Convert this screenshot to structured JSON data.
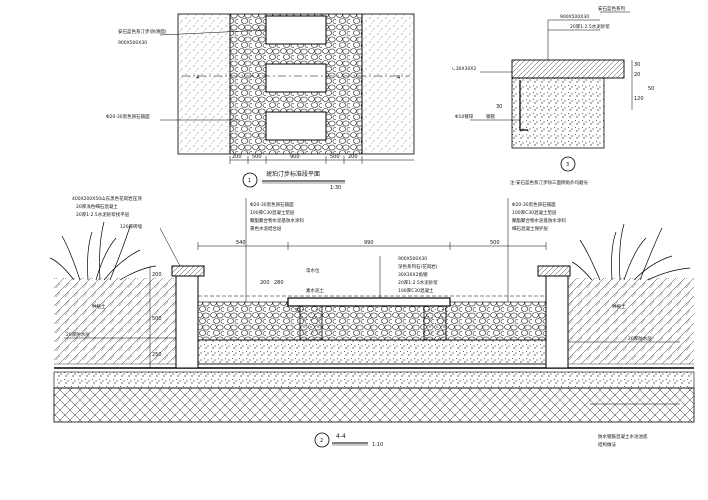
{
  "plan": {
    "title": "琥珀汀步标准段平面",
    "scale": "1:30",
    "marker": "1",
    "section_mark_left": "4",
    "section_mark_right": "4",
    "label_stone": "安石蓝色系汀步(防滑面)",
    "label_stone_size": "900X500X30",
    "label_pebble": "Φ20-30黑色卵石铺面",
    "dims": [
      "200",
      "500",
      "900",
      "500",
      "200"
    ]
  },
  "detail": {
    "marker": "3",
    "caption": "注:安石蓝色系汀步除三面倒角外均磨光",
    "label_top": "900X500X30",
    "label_mortar": "20厚1:2.5水泥砂浆",
    "label_edge": "安石蓝色系列",
    "label_angle": "∟30X30X2",
    "label_pipe": "Φ10镀锌",
    "label_pipe2": "钢管",
    "dims_side": [
      "30",
      "20",
      "50",
      "120"
    ],
    "dims_top": [
      "30"
    ]
  },
  "section": {
    "title": "4-4",
    "scale": "1:10",
    "marker": "2",
    "left_labels": [
      "400X200X50山东黑色花岗岩压顶",
      "20厚浅色细石混凝土",
      "20厚1:2.5水泥砂浆找平层",
      "120厚砖墙"
    ],
    "mid_labels": [
      "Φ20-30黑色卵石铺面",
      "100厚C30混凝土垫层",
      "聚酯聚合物水泥基防水涂料",
      "黄色水泥结合层"
    ],
    "right_labels": [
      "Φ20-30黑色卵石铺面",
      "100厚C30混凝土垫层",
      "聚酯聚合物水泥基防水涂料",
      "细石混凝土保护层"
    ],
    "stone_labels": [
      "900X500X30",
      "深色系列石(花岗岩)",
      "30X30X2角钢",
      "20厚1:2.5水泥砂浆",
      "100厚C30混凝土"
    ],
    "label_water": "常水位",
    "label_bed": "素水泥土",
    "label_left_soil": "20厚防水层",
    "label_soil_l": "种植土",
    "label_soil_r": "种植土",
    "label_right_bottom": "20厚防水层",
    "bottom_note1": "防水钢筋混凝土水池池底",
    "bottom_note2": "结构做法",
    "dims_top": [
      "540",
      "990",
      "500"
    ],
    "dims_left": [
      "200",
      "500",
      "250"
    ],
    "dims_mid": [
      "200",
      "280"
    ],
    "dim_stone": "30"
  }
}
